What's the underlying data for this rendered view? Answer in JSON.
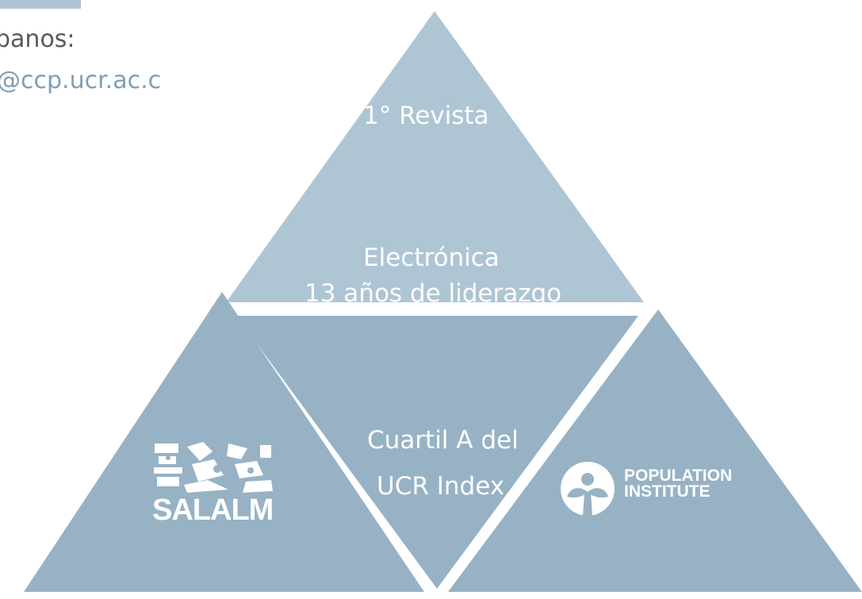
{
  "contact": {
    "label": "banos:",
    "email": "@ccp.ucr.ac.c"
  },
  "triangles": {
    "top": {
      "line1": "1° Revista",
      "line2": "Electrónica",
      "line3": "13 años de liderazgo"
    },
    "center": {
      "line1": "Cuartil A del",
      "line2": "UCR Index"
    },
    "left_logo": {
      "name": "salalm-logo",
      "text": "SALALM"
    },
    "right_logo": {
      "name": "population-institute-logo",
      "line1": "POPULATION",
      "line2": "INSTITUTE"
    }
  },
  "colors": {
    "top_triangle": "#aec5d4",
    "lower_triangles": "#97b2c5",
    "email": "#7f9eb4",
    "text_gray": "#595959"
  }
}
